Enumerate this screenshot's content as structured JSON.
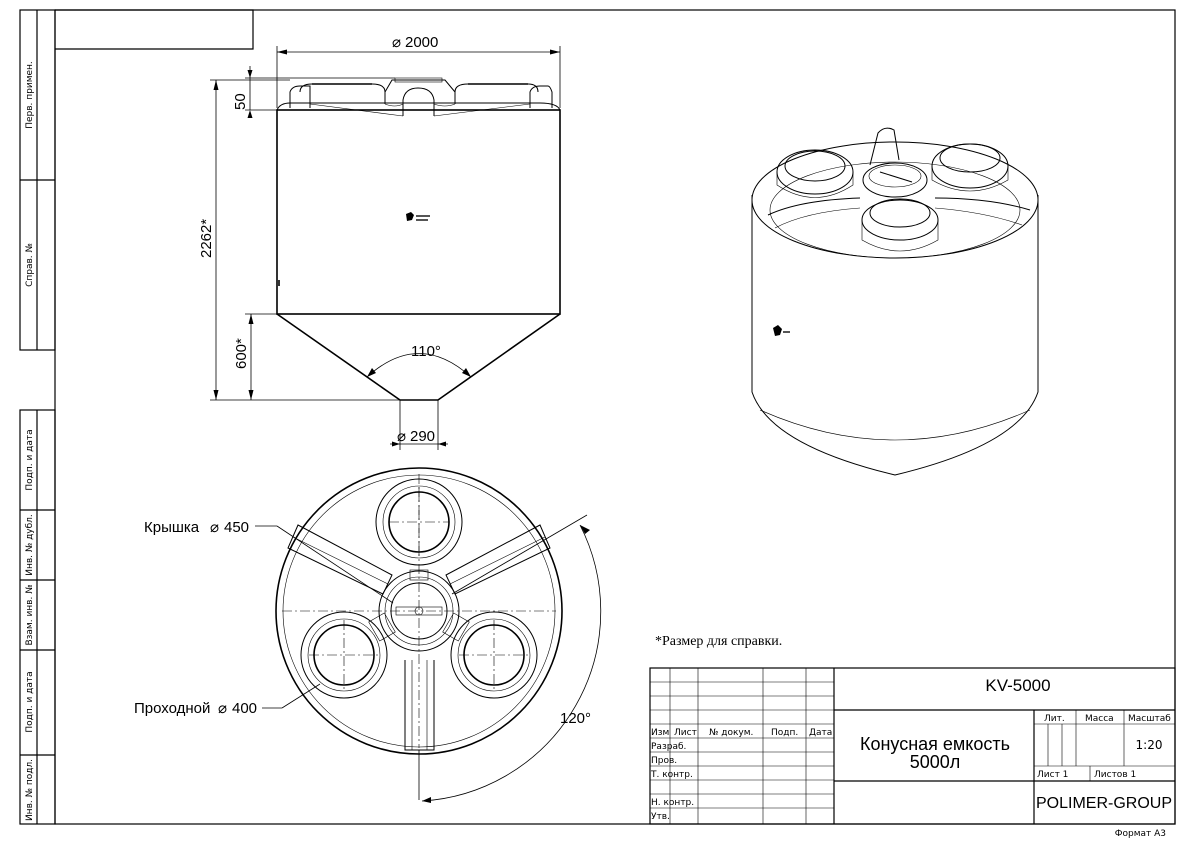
{
  "side_stamp": {
    "cells": [
      "Перв. примен.",
      "Справ. №",
      "Подп. и дата",
      "Инв. № дубл.",
      "Взам. инв. №",
      "Подп. и дата",
      "Инв. № подл."
    ]
  },
  "front_view": {
    "dim_diameter": "2000",
    "dim_top": "50",
    "dim_height": "2262*",
    "dim_cone": "600*",
    "dim_angle": "110°",
    "dim_outlet": "290"
  },
  "plan_view": {
    "lid_label": "Крышка",
    "lid_diameter": "450",
    "pass_label": "Проходной",
    "pass_diameter": "400",
    "angle": "120°"
  },
  "note": "*Размер для справки.",
  "title_block": {
    "designation": "KV-5000",
    "name_line1": "Конусная емкость",
    "name_line2": "5000л",
    "header": [
      "Изм",
      "Лист",
      "№ докум.",
      "Подп.",
      "Дата"
    ],
    "roles": [
      "Разраб.",
      "Пров.",
      "Т. контр.",
      "",
      "Н. контр.",
      "Утв."
    ],
    "lit_label": "Лит.",
    "mass_label": "Масса",
    "scale_label": "Масштаб",
    "scale_value": "1:20",
    "sheet": "Лист 1",
    "sheets": "Листов 1",
    "company": "POLIMER-GROUP"
  },
  "format": "Формат A3",
  "icons": {
    "diameter_sign": "⌀"
  }
}
